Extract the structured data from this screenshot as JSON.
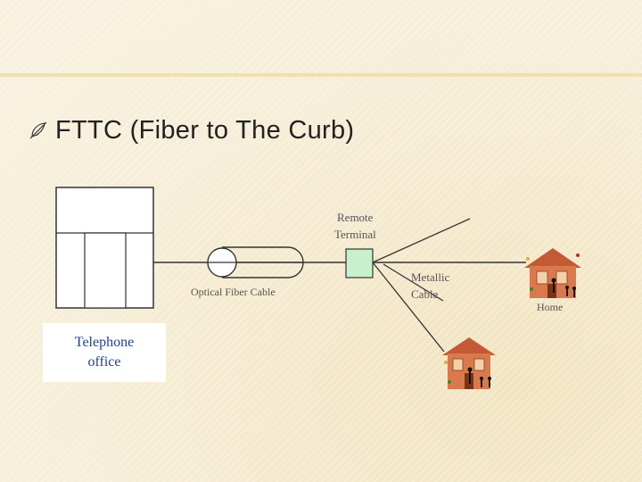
{
  "slide": {
    "bullet_icon": "feather-bullet-icon",
    "title": "FTTC (Fiber to The Curb)"
  },
  "diagram": {
    "remote_terminal": [
      "Remote",
      "Terminal"
    ],
    "fiber_label": "Optical  Fiber Cable",
    "metallic_label": [
      "Metallic",
      "Cable"
    ],
    "home_label": "Home",
    "telephone_office": [
      "Telephone",
      "office"
    ],
    "colors": {
      "terminal_fill": "#c8f0cc",
      "label_text": "#555555",
      "office_text": "#1f3f9a",
      "house_fill": "#d9794e",
      "house_roof": "#c45a35"
    }
  }
}
